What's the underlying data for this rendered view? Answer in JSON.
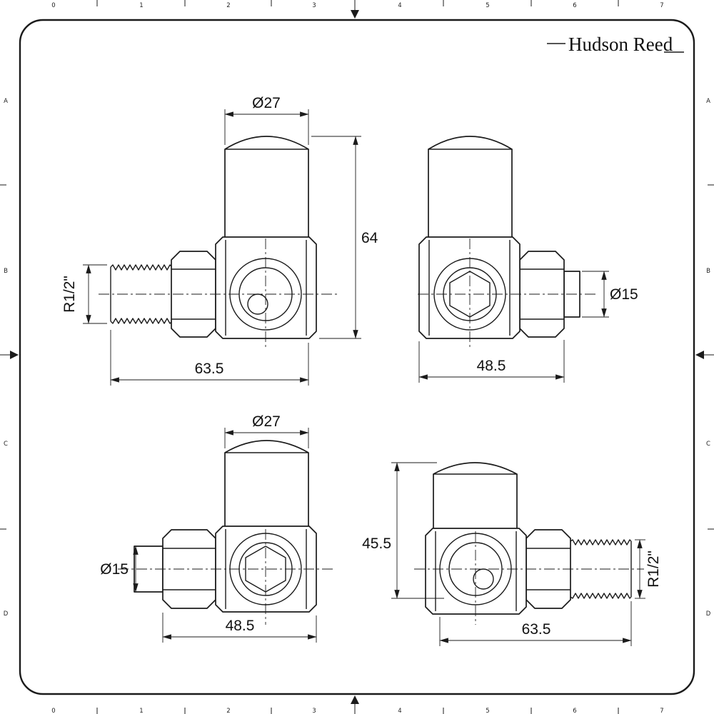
{
  "brand": "Hudson Reed",
  "frame": {
    "cols": [
      "0",
      "1",
      "2",
      "3",
      "4",
      "5",
      "6",
      "7"
    ],
    "rows": [
      "A",
      "B",
      "C",
      "D"
    ]
  },
  "views": {
    "top_left": {
      "dia_top": "Ø27",
      "height": "64",
      "thread": "R1/2\"",
      "width": "63.5"
    },
    "top_right": {
      "dia_right": "Ø15",
      "width": "48.5"
    },
    "bottom_left": {
      "dia_top": "Ø27",
      "dia_left": "Ø15",
      "width": "48.5"
    },
    "bottom_right": {
      "height": "45.5",
      "thread": "R1/2\"",
      "width": "63.5"
    }
  }
}
